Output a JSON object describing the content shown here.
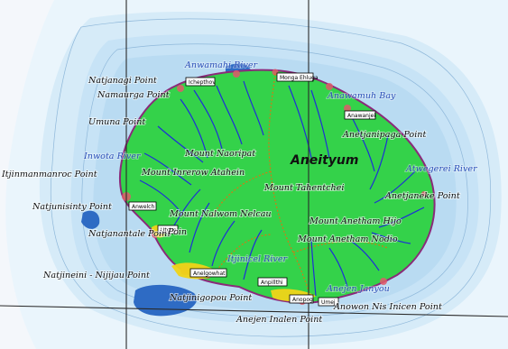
{
  "map": {
    "island_name": "Aneityum",
    "colors": {
      "ocean_deep": "#b9dbf2",
      "ocean_mid": "#d6ebf8",
      "ocean_shallow": "#eaf5fc",
      "land": "#34d24a",
      "coast": "#8a2a7a",
      "river": "#1d2fd6",
      "road": "#d47a12",
      "settlement": "#f0d418",
      "reef": "#e05a6a"
    },
    "labels": {
      "natjanagi_point": "Natjanagi Point",
      "namaurga_point": "Namaurga Point",
      "umuna_point": "Umuna Point",
      "inwota_river": "Inwota River",
      "itjinmanmanroc_point": "Itjinmanmanroc Point",
      "natjunisinty_point": "Natjunisinty Point",
      "natjanantale_point": "Natjanantale Point",
      "natjineini_point": "Natjineini - Nijijau Point",
      "natjinigopou_point": "Natjinigopou Point",
      "anejen_inalen_point": "Anejen Inalen Point",
      "anowon_point": "Anowon Nis Inicen Point",
      "anejen_river": "Anejen Janyou",
      "itjinicel_river": "Itjinicel River",
      "mount_anetham": "Mount Anetham Nodio",
      "mount_anetham_hijo": "Mount Anetham Hijo",
      "anetjaneke_point": "Anetjaneke Point",
      "atwegerei_river": "Atwegerei River",
      "anetjanipaga_point": "Anetjanipaga Point",
      "anawamuh_bay": "Anawamuh Bay",
      "anwamahi_river": "Anwamahi River",
      "mount_naoripat": "Mount Naoripat",
      "mount_inrerow": "Mount Inrerow Atahein",
      "mount_tahentchei": "Mount Tahentchei",
      "mount_nalwom": "Mount Nalwom Nelcau",
      "mount_nalwom_poin": "Poin"
    },
    "villages": {
      "ichepthov": "Ichepthov",
      "monga_ehluga": "Monga Ehluga",
      "anawanjei": "Anawanjei",
      "anwelch": "Anwelch",
      "utche": "Utche",
      "anelgowhat": "Anelgowhat",
      "anpillthi": "Anpillthi",
      "anopog": "Anopog",
      "umej": "Umej"
    }
  }
}
